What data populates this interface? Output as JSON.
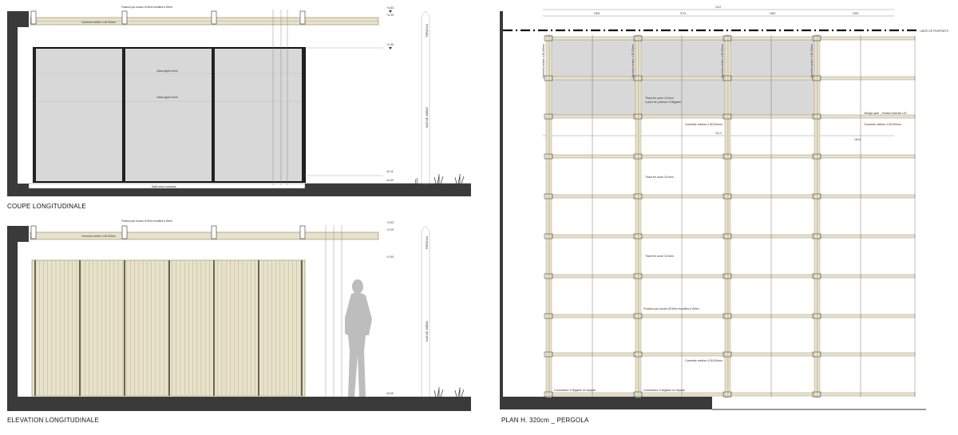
{
  "titles": {
    "section": "COUPE LONGITUDINALE",
    "elevation": "ELEVATION LONGITUDINALE",
    "plan": "PLAN H. 320cm _ PERGOLA"
  },
  "section_notes": {
    "fixation": "Fixation par boulon Ø M/ev boulilles 6 Ø/rev",
    "beam": "Carrelets mélèze 4 Ø/100mm",
    "glass_1": "Glass agele rénée",
    "glass_2": "Glass agele rénée",
    "base": "Dalle béton existante",
    "pergola_tag": "PERGOLA",
    "limit_tag": "MUR DE JARDIN"
  },
  "elevation_notes": {
    "fixation": "Fixation par boulon Ø M/ev boulilles 6 Ø/rev",
    "beam": "Carrelets mélèze 4 Ø/100mm",
    "pergola_tag": "PERGOLA",
    "limit_tag": "MUR DE JARDIN"
  },
  "levels": {
    "top_a": "+3.53",
    "top_b": "+3.20",
    "mid": "+2.00",
    "ground": "±0.00",
    "ground_b": "±0.11"
  },
  "plan_notes": {
    "property_line": "LIMITE DE PROPRIETE",
    "col_label": "Carrelets mélèze 4 Ø/100mm",
    "steel_1": "Tirant fer acier 110mm",
    "steel_1b": "à pied de poteaux 5 Ø/gaine",
    "steel_2": "Tirant fer acier 110mm",
    "steel_3": "Tirant fer acier 110mm",
    "carrelets_1": "Carrelets mélèze 4 Ø/100mm",
    "carrelets_2": "Carrelets mélèze 4 Ø/100mm",
    "carrelets_3": "Carrelets mélèze 4 Ø/100mm",
    "fixation": "Fixation par boulon Ø M/ev boulilles 6 Ø/rev",
    "vitrage": "Vitrage gelé _ fixation latérale UG",
    "connecteur_1": "Connecteur 5 Ø/gaine en façade",
    "connecteur_2": "Connecteur 5 Ø/gaine en façade"
  },
  "dimensions": {
    "d1": "1113",
    "d2": "111.3",
    "d3": "2000",
    "d4": "3713",
    "d5": "1500",
    "d6": "2000",
    "d7": "100.5"
  },
  "colors": {
    "wood": "#e9e2cb",
    "wood_stroke": "#8b826a",
    "glass": "#d8d8d8",
    "wall": "#3a3a3a",
    "ground": "#4a4a4a",
    "line": "#555555"
  }
}
